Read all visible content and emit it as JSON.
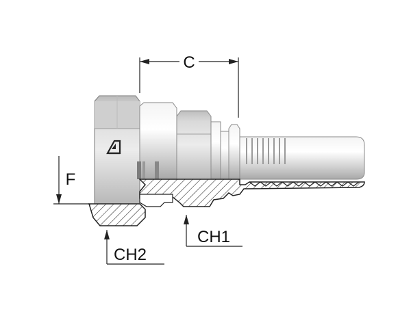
{
  "dimensions": {
    "c_label": "C",
    "f_label": "F",
    "ch1_label": "CH1",
    "ch2_label": "CH2"
  },
  "logo": {
    "icon": "manufacturer-logo-icon"
  },
  "colors": {
    "metal_light": "#e6e6e6",
    "metal_mid": "#c9c9c9",
    "metal_dark": "#9a9a9a",
    "line": "#222222"
  }
}
